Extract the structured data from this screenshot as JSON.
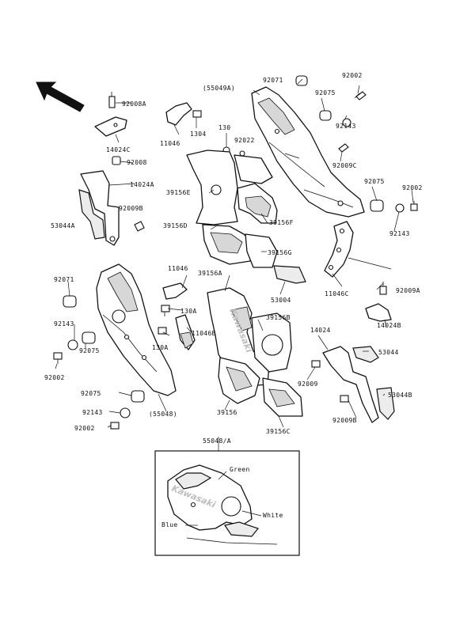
{
  "diagram": {
    "labels": {
      "cowl_upper_right": "(55049A)",
      "p92071_top": "92071",
      "p92002_top": "92002",
      "p92008a": "92008A",
      "p92075_top": "92075",
      "p92143_top": "92143",
      "p1304_top": "1304",
      "p130_top": "130",
      "p92022": "92022",
      "p11046_top": "11046",
      "p14024c": "14024C",
      "p92009c": "92009C",
      "p92008_left": "92008",
      "p14024a": "14024A",
      "p39156e": "39156E",
      "p92075_mid": "92075",
      "p92002_mid": "92002",
      "p92009b_left": "92009B",
      "p53044a": "53044A",
      "p39156d": "39156D",
      "p39156f": "39156F",
      "p92143_mid": "92143",
      "p39156g": "39156G",
      "p11046c": "11046C",
      "p92071_left": "92071",
      "p11046_mid": "11046",
      "p39156a": "39156A",
      "p53004": "53004",
      "p92009a": "92009A",
      "p130a_1": "130A",
      "p11046b": "11046B",
      "p14024b": "14024B",
      "p39156b": "39156B",
      "p92143_left": "92143",
      "p14024": "14024",
      "p130a_2": "130A",
      "p92075_left": "92075",
      "p53044": "53044",
      "p92002_left": "92002",
      "p92009_right": "92009",
      "p53044b": "53044B",
      "p92075_bottom": "92075",
      "p55048": "(55048)",
      "p39156": "39156",
      "p92143_bottom": "92143",
      "p92009b_right": "92009B",
      "p39156c": "39156C",
      "p92002_bottom": "92002",
      "p55048a": "55048/A",
      "color_green": "Green",
      "color_white": "White",
      "color_blue": "Blue"
    }
  }
}
